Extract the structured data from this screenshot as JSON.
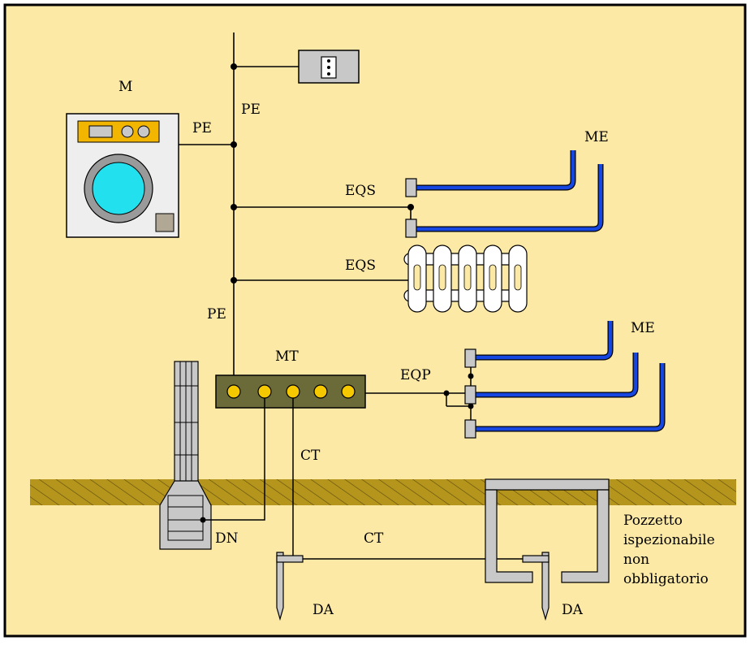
{
  "labels": {
    "m": "M",
    "pe_top": "PE",
    "pe_wm": "PE",
    "pe_mid": "PE",
    "me_top": "ME",
    "me_bottom": "ME",
    "eqs_1": "EQS",
    "eqs_2": "EQS",
    "eqp": "EQP",
    "mt": "MT",
    "ct_vertical": "CT",
    "ct_horizontal": "CT",
    "dn": "DN",
    "da_left": "DA",
    "da_right": "DA"
  },
  "pozzetto_note": [
    "Pozzetto",
    "ispezionabile",
    "non",
    "obbligatorio"
  ],
  "colors": {
    "background": "#FDE9A6",
    "border": "#000000",
    "wire": "#000000",
    "pipe": "#1646E0",
    "ground": "#B5951C",
    "terminal_bar": "#6B6B3A",
    "terminal_dot": "#F6C800",
    "gray": "#C8C8C8",
    "drum": "#22E0EE"
  }
}
